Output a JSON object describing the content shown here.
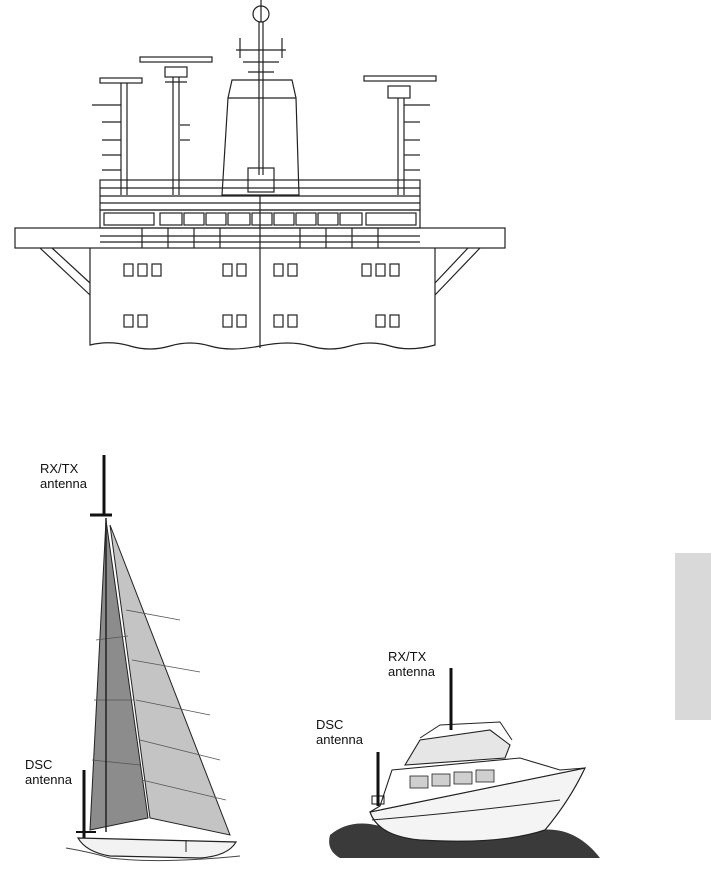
{
  "labels": {
    "sailboat_rxtx": "RX/TX\nantenna",
    "sailboat_dsc": "DSC\nantenna",
    "motorboat_rxtx": "RX/TX\nantenna",
    "motorboat_dsc": "DSC\nantenna"
  },
  "colors": {
    "line": "#222222",
    "sail_dark": "#8c8c8c",
    "sail_light": "#c4c4c4",
    "water": "#3a3a3a",
    "tab": "#d9d9d9"
  }
}
